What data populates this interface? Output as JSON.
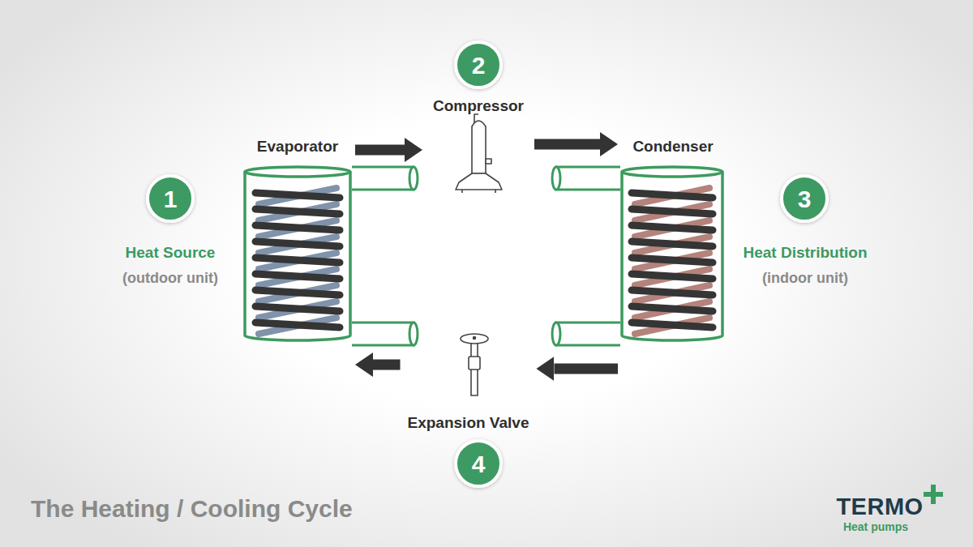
{
  "diagram": {
    "title": "The Heating / Cooling Cycle",
    "nodes": [
      {
        "text": [
          "Evaporator"
        ]
      },
      {
        "text": [
          "Compressor"
        ]
      },
      {
        "text": [
          "Condenser"
        ]
      },
      {
        "text": [
          "Expansion Valve"
        ]
      }
    ],
    "edges": [
      {
        "from": 0,
        "to": 1,
        "arrow": "to"
      },
      {
        "from": 1,
        "to": 2,
        "arrow": "to"
      },
      {
        "from": 2,
        "to": 3,
        "arrow": "to"
      },
      {
        "from": 3,
        "to": 0,
        "arrow": "to"
      }
    ],
    "labels": [
      "1",
      "Heat Source",
      "(outdoor unit)",
      "2",
      "3",
      "Heat Distribution",
      "(indoor unit)",
      "4",
      "TERMO",
      "Heat pumps"
    ]
  }
}
